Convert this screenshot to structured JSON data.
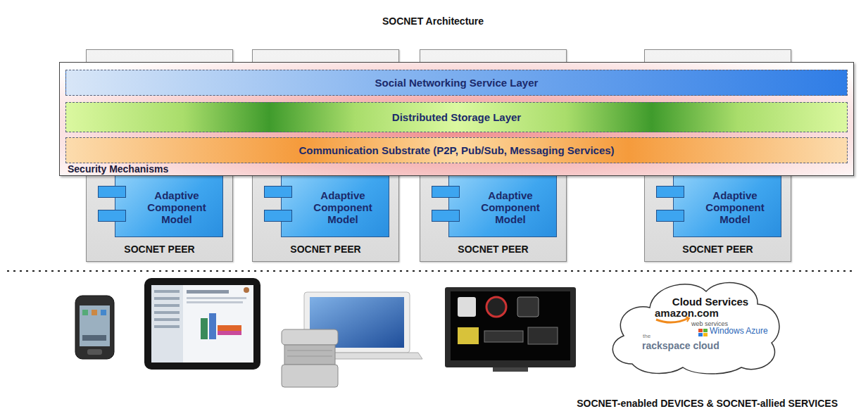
{
  "diagram": {
    "title": "SOCNET Architecture",
    "nodes": [
      {
        "text": [
          "Security Mechanisms"
        ]
      },
      {
        "text": [
          "Social Networking Service Layer"
        ],
        "in": 0
      },
      {
        "text": [
          "Distributed Storage Layer"
        ],
        "in": 0
      },
      {
        "text": [
          "Communication Substrate (P2P, Pub/Sub, Messaging Services)"
        ],
        "in": 0
      },
      {
        "text": [
          "SOCNET PEER"
        ]
      },
      {
        "text": [
          "Adaptive Component Model"
        ],
        "in": 4
      },
      {
        "text": [
          "SOCNET PEER"
        ]
      },
      {
        "text": [
          "Adaptive Component Model"
        ],
        "in": 6
      },
      {
        "text": [
          "SOCNET PEER"
        ]
      },
      {
        "text": [
          "Adaptive Component Model"
        ],
        "in": 8
      },
      {
        "text": [
          "SOCNET PEER"
        ]
      },
      {
        "text": [
          "Adaptive Component Model"
        ],
        "in": 10
      },
      {
        "text": [
          "Cloud Services"
        ]
      }
    ],
    "labels": [
      "amazon.com",
      "web services",
      "Windows Azure",
      "the",
      "rackspace cloud",
      "SOCNET-enabled DEVICES & SOCNET-allied SERVICES"
    ]
  }
}
